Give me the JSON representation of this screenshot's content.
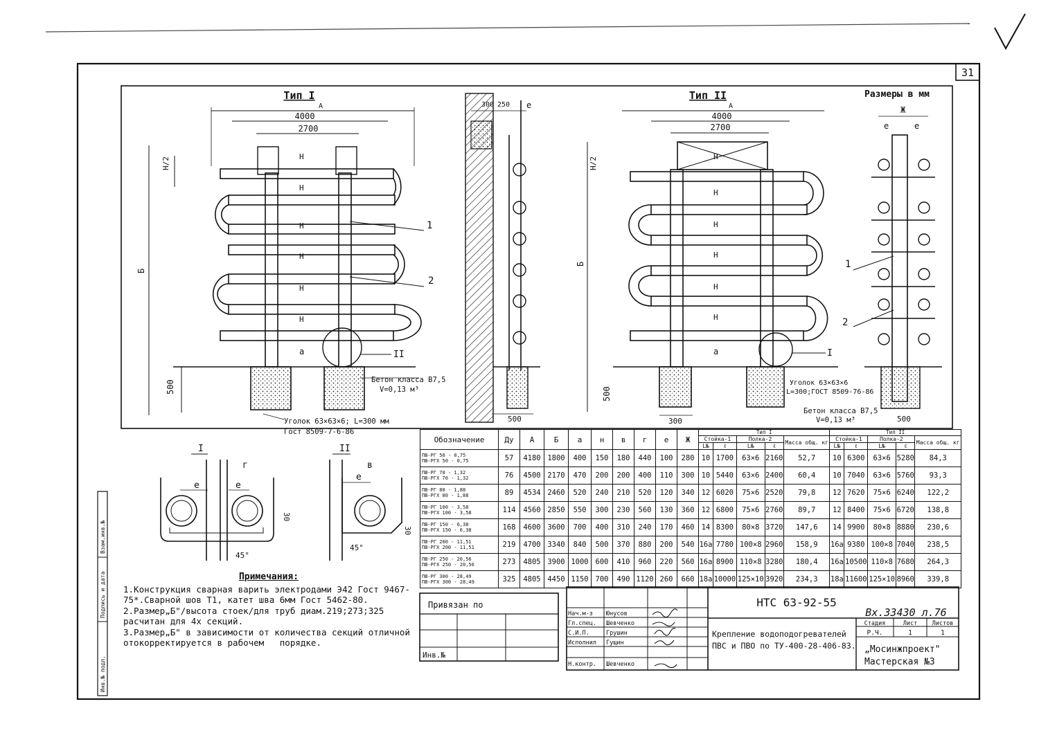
{
  "sheet_number": "31",
  "dimensions_note": "Размеры в мм",
  "type1": {
    "title": "Тип I",
    "dim_A": "А",
    "dim_4000": "4000",
    "dim_2700": "2700",
    "dim_H2": "Н/2",
    "dim_B": "Б",
    "dim_H": "Н",
    "dim_a": "а",
    "dim_500": "500",
    "callout_1": "1",
    "callout_2": "2",
    "callout_II": "II",
    "concrete": "Бетон класса В7,5",
    "volume": "V=0,13 м³",
    "angle_note_1": "Уголок 63×63×6; L=300 мм",
    "angle_note_2": "Гост 8509-7-6-86"
  },
  "side_view": {
    "dim_300": "300",
    "dim_250": "250",
    "dim_e": "е",
    "dim_500": "500"
  },
  "type2": {
    "title": "Тип II",
    "dim_A": "А",
    "dim_4000": "4000",
    "dim_2700": "2700",
    "dim_H2": "Н/2",
    "dim_B": "Б",
    "dim_H": "Н",
    "dim_a": "а",
    "dim_500": "500",
    "dim_300": "300",
    "callout_I": "I",
    "angle_note_1": "Уголок 63×63×6",
    "angle_note_2": "L=300;ГОСТ 8509-76-86",
    "concrete": "Бетон класса В7,5",
    "volume": "V=0,13 м³"
  },
  "type2_side": {
    "dim_zh": "Ж",
    "dim_e1": "е",
    "dim_e2": "е",
    "callout_1": "1",
    "callout_2": "2",
    "dim_500": "500"
  },
  "detail_I": {
    "title": "I",
    "dim_g": "г",
    "dim_e1": "е",
    "dim_e2": "е",
    "dim_30": "30",
    "dim_45": "45°"
  },
  "detail_II": {
    "title": "II",
    "dim_v": "в",
    "dim_e": "е",
    "dim_30": "30",
    "dim_45": "45°"
  },
  "side_stamp": [
    "Взам.инв.№",
    "Подпись и дата",
    "Инв.№ подл."
  ],
  "notes": {
    "title": "Примечания:",
    "items": [
      "1.Конструкция сварная варить электродами Э42 Гост 9467-75*.Сварной шов Т1, катет шва 6мм Гост 5462-80.",
      "2.Размер„Б\"/высота стоек/для труб диам.219;273;325 расчитан для 4х секций.",
      "3.Размер„Б\" в зависимости от количества секций отличной отокорректируется в рабочем   порядке."
    ]
  },
  "table": {
    "headers": [
      "Обозначение",
      "Ду",
      "А",
      "Б",
      "а",
      "н",
      "в",
      "г",
      "е",
      "Ж"
    ],
    "group_type1": "Тип I",
    "group_type2": "Тип II",
    "stoika": "Стойка-1",
    "polka": "Полка-2",
    "massa": "Масса общ. кг",
    "sub_L": "L№",
    "sub_l": "ℓ",
    "rows": [
      {
        "des": "ПВ-РГ 50 - 0,75\nПВ-РГХ 50 - 0,75",
        "cells": [
          "57",
          "4180",
          "1800",
          "400",
          "150",
          "180",
          "440",
          "100",
          "280",
          "10",
          "1700",
          "63×6",
          "2160",
          "52,7",
          "10",
          "6300",
          "63×6",
          "5280",
          "84,3"
        ]
      },
      {
        "des": "ПВ-РГ 70 - 1,32\nПВ-РГХ 70 - 1,32",
        "cells": [
          "76",
          "4500",
          "2170",
          "470",
          "200",
          "200",
          "400",
          "110",
          "300",
          "10",
          "5440",
          "63×6",
          "2400",
          "60,4",
          "10",
          "7040",
          "63×6",
          "5760",
          "93,3"
        ]
      },
      {
        "des": "ПВ-РГ 80 - 1,88\nПВ-РГХ 80 - 1,88",
        "cells": [
          "89",
          "4534",
          "2460",
          "520",
          "240",
          "210",
          "520",
          "120",
          "340",
          "12",
          "6020",
          "75×6",
          "2520",
          "79,8",
          "12",
          "7620",
          "75×6",
          "6240",
          "122,2"
        ]
      },
      {
        "des": "ПВ-РГ 100 - 3,58\nПВ-РГХ 100 - 3,58",
        "cells": [
          "114",
          "4560",
          "2850",
          "550",
          "300",
          "230",
          "560",
          "130",
          "360",
          "12",
          "6800",
          "75×6",
          "2760",
          "89,7",
          "12",
          "8400",
          "75×6",
          "6720",
          "138,8"
        ]
      },
      {
        "des": "ПВ-РГ 150 - 6,38\nПВ-РГХ 150 - 6,38",
        "cells": [
          "168",
          "4600",
          "3600",
          "700",
          "400",
          "310",
          "240",
          "170",
          "460",
          "14",
          "8300",
          "80×8",
          "3720",
          "147,6",
          "14",
          "9900",
          "80×8",
          "8880",
          "230,6"
        ]
      },
      {
        "des": "ПВ-РГ 200 - 11,51\nПВ-РГХ 200 - 11,51",
        "cells": [
          "219",
          "4700",
          "3340",
          "840",
          "500",
          "370",
          "880",
          "200",
          "540",
          "16а",
          "7780",
          "100×8",
          "2960",
          "158,9",
          "16а",
          "9380",
          "100×8",
          "7040",
          "238,5"
        ]
      },
      {
        "des": "ПВ-РГ 250 - 20,56\nПВ-РГХ 250 - 20,56",
        "cells": [
          "273",
          "4805",
          "3900",
          "1000",
          "600",
          "410",
          "960",
          "220",
          "560",
          "16а",
          "8900",
          "110×8",
          "3280",
          "180,4",
          "16а",
          "10500",
          "110×8",
          "7680",
          "264,3"
        ]
      },
      {
        "des": "ПВ-РГ 300 - 28,49\nПВ-РГХ 300 - 28,49",
        "cells": [
          "325",
          "4805",
          "4450",
          "1150",
          "700",
          "490",
          "1120",
          "260",
          "660",
          "18а",
          "10000",
          "125×10",
          "3920",
          "234,3",
          "18а",
          "11600",
          "125×10",
          "8960",
          "339,8"
        ]
      }
    ]
  },
  "privyazan": {
    "title": "Привязан по",
    "inv": "Инв.№"
  },
  "title_block": {
    "doc_code": "НТС 63-92-55",
    "inv_number": "Вх.33430 л.76",
    "title_line1": "Крепление водоподогревателей",
    "title_line2": "ПВС и ПВО по ТУ-400-28-406-83.",
    "headers": [
      "Стадия",
      "Лист",
      "Листов"
    ],
    "values": [
      "Р.Ч.",
      "1",
      "1"
    ],
    "org_line1": "„Мосинжпроект\"",
    "org_line2": "Мастерская №3",
    "roles": [
      "Нач.м-з",
      "Гл.спец.",
      "С.И.П.",
      "Исполнил",
      "",
      "Н.контр."
    ],
    "names": [
      "Юнусов",
      "Шевченко",
      "Грушин",
      "Гущин",
      "",
      "Шевченко"
    ]
  }
}
